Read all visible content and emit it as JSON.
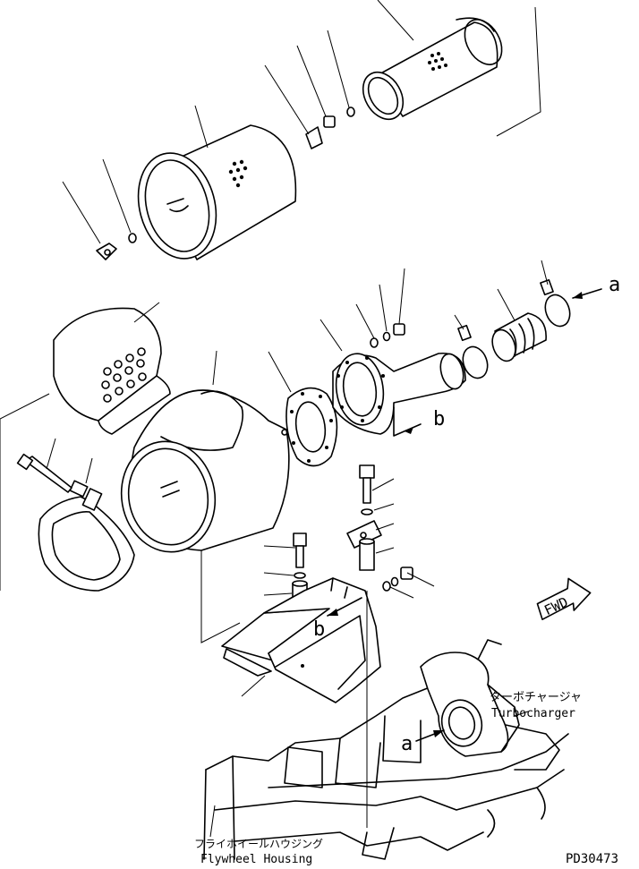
{
  "callouts": {
    "a_upper": "a",
    "a_lower": "a",
    "b_upper": "b",
    "b_lower": "b",
    "fwd": "FWD"
  },
  "labels": {
    "turbo_jp": "ターボチャージャ",
    "turbo_en": "Turbocharger",
    "flywheel_jp": "フライホイールハウジング",
    "flywheel_en": "Flywheel Housing"
  },
  "drawing_id": "PD30473"
}
